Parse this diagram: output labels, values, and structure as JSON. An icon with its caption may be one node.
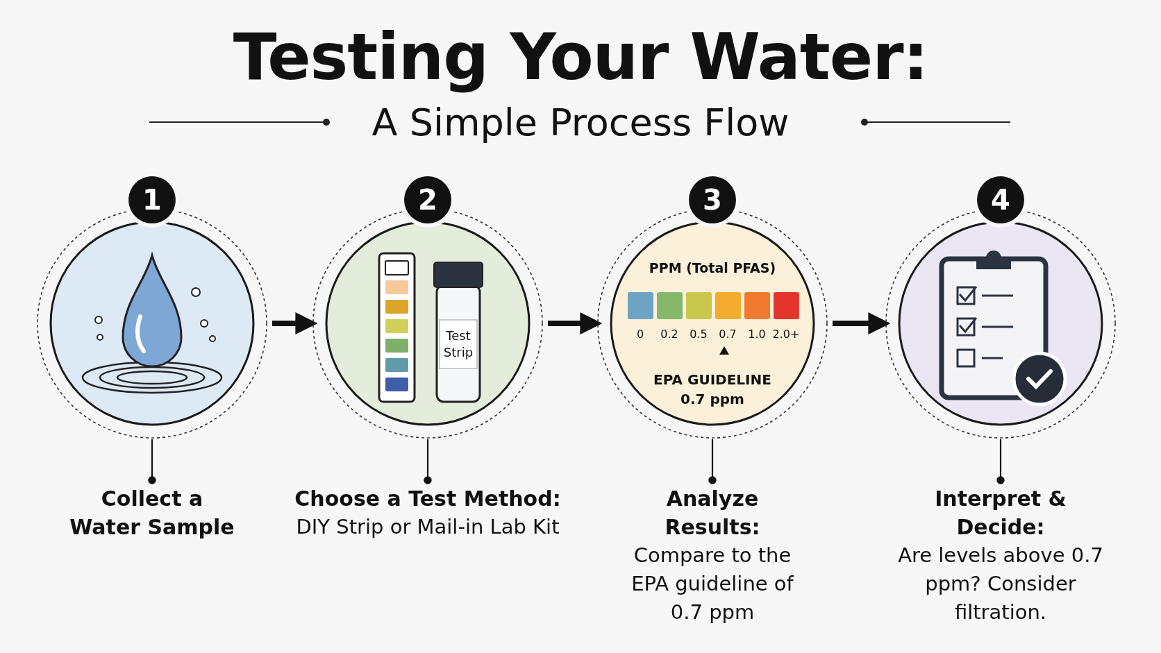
{
  "diagram": {
    "title": "Testing Your Water:",
    "nodes": [
      {
        "text": [
          "1"
        ]
      },
      {
        "text": [
          "2",
          "Test Strip"
        ]
      },
      {
        "text": [
          "3",
          "PPM (Total PFAS)",
          "0",
          "0.2",
          "0.5",
          "0.7",
          "1.0",
          "2.0+",
          "EPA GUIDELINE 0.7 ppm"
        ]
      },
      {
        "text": [
          "4"
        ]
      },
      {
        "text": [
          "Collect a Water Sample"
        ]
      },
      {
        "text": [
          "Choose a Test Method:",
          "DIY Strip or Mail-in Lab Kit"
        ]
      },
      {
        "text": [
          "Analyze Results:",
          "Compare to the EPA guideline of 0.7 ppm"
        ]
      },
      {
        "text": [
          "Interpret & Decide:",
          "Are levels above 0.7 ppm? Consider filtration."
        ]
      }
    ],
    "edges": [
      {
        "from": 0,
        "to": 1,
        "arrow": "to",
        "style": "thick"
      },
      {
        "from": 1,
        "to": 2,
        "arrow": "to",
        "style": "thick"
      },
      {
        "from": 2,
        "to": 3,
        "arrow": "to",
        "style": "thick"
      },
      {
        "from": 0,
        "to": 4,
        "arrow": "other"
      },
      {
        "from": 1,
        "to": 5,
        "arrow": "other"
      },
      {
        "from": 2,
        "to": 6,
        "arrow": "other"
      },
      {
        "from": 3,
        "to": 7,
        "arrow": "other"
      }
    ],
    "labels": [
      "A Simple Process Flow"
    ]
  }
}
